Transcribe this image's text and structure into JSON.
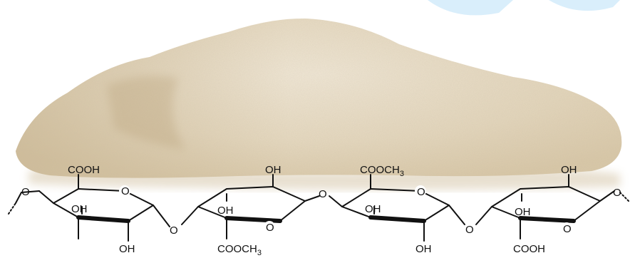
{
  "colors": {
    "background": "#ffffff",
    "powder_light": "#efe5d3",
    "powder_mid": "#e4d6bd",
    "powder_shadow": "#cbb894",
    "ink": "#111111",
    "accent_blue": "#d9eefb"
  },
  "molecule": {
    "ring_oxygen": "O",
    "link_oxygen": "O",
    "end_oxygen": "O",
    "ring1": {
      "top": "COOH",
      "mid": "OH",
      "bottom": "OH"
    },
    "ring2": {
      "top": "OH",
      "mid": "OH",
      "bottom": "COOCH",
      "bottom_sub": "3"
    },
    "ring3": {
      "top": "COOCH",
      "top_sub": "3",
      "mid": "OH",
      "bottom": "OH"
    },
    "ring4": {
      "top": "OH",
      "mid": "OH",
      "bottom": "COOH"
    }
  }
}
